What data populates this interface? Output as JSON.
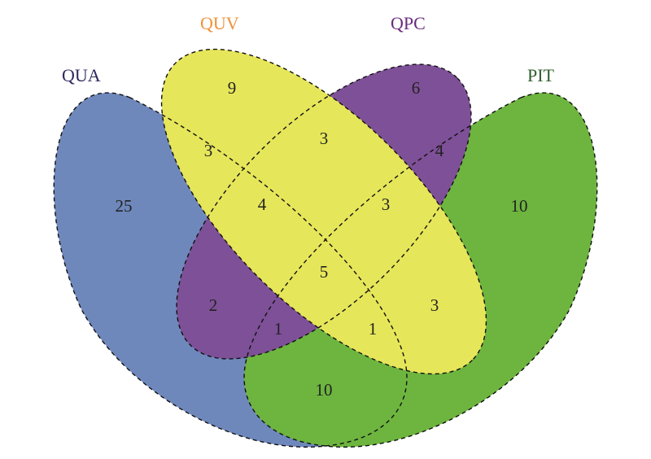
{
  "sets": [
    {
      "id": "QUA",
      "label": "QUA",
      "color": "#6f88bc",
      "label_color": "#2e2a5e"
    },
    {
      "id": "QUV",
      "label": "QUV",
      "color": "#e6e65a",
      "label_color": "#f0923a"
    },
    {
      "id": "QPC",
      "label": "QPC",
      "color": "#7e5097",
      "label_color": "#6a2c7c"
    },
    {
      "id": "PIT",
      "label": "PIT",
      "color": "#6db53f",
      "label_color": "#2e5e2a"
    }
  ],
  "regions": [
    {
      "id": "qua_only",
      "value": "25",
      "color": "#3f3a6e"
    },
    {
      "id": "quv_only",
      "value": "9"
    },
    {
      "id": "qpc_only",
      "value": "6"
    },
    {
      "id": "pit_only",
      "value": "10",
      "color": "#2d5e2a"
    },
    {
      "id": "qua_quv",
      "value": "3"
    },
    {
      "id": "quv_qpc",
      "value": "3"
    },
    {
      "id": "qpc_pit",
      "value": "4"
    },
    {
      "id": "qua_quv_qpc",
      "value": "4"
    },
    {
      "id": "quv_qpc_pit",
      "value": "3"
    },
    {
      "id": "all",
      "value": "5"
    },
    {
      "id": "qua_qpc",
      "value": "2"
    },
    {
      "id": "qua_qpc_pit",
      "value": "1"
    },
    {
      "id": "qua_quv_pit",
      "value": "1"
    },
    {
      "id": "quv_pit",
      "value": "3"
    },
    {
      "id": "qua_pit",
      "value": "10"
    }
  ]
}
